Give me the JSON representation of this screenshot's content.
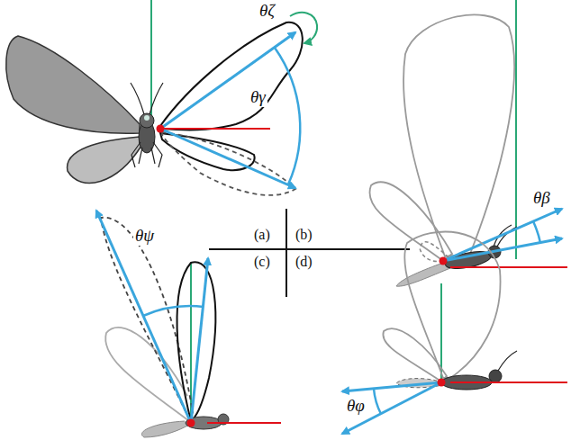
{
  "diagram": {
    "labels": [
      "θζ",
      "θγ",
      "(a)",
      "(b)",
      "θβ",
      "θψ",
      "(c)",
      "(d)",
      "θφ"
    ]
  }
}
